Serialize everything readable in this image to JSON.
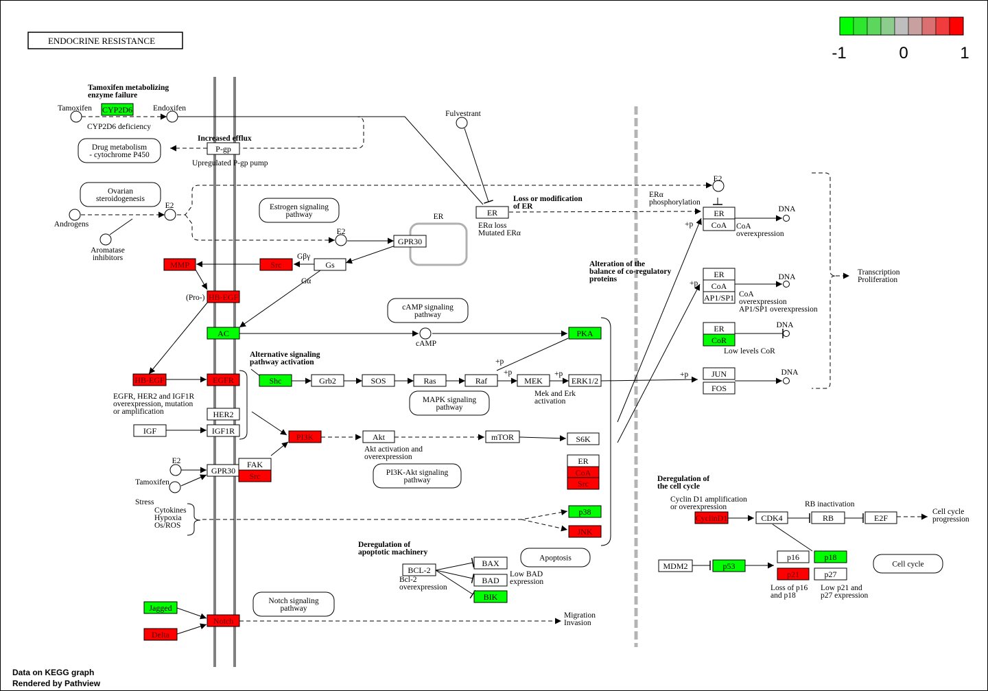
{
  "title": "ENDOCRINE  RESISTANCE",
  "credits": [
    "Data on KEGG graph",
    "Rendered by Pathview"
  ],
  "color_scale": {
    "colors": [
      "#00ff00",
      "#2ee62e",
      "#5cd65c",
      "#8ccc8c",
      "#bebebe",
      "#c8a0a0",
      "#db7070",
      "#f03c3c",
      "#ff0000"
    ],
    "labels": [
      "-1",
      "0",
      "1"
    ]
  },
  "palette": {
    "up": "#ff0000",
    "down": "#00ff00",
    "none": "#ffffff"
  },
  "nodes": [
    {
      "label": "CYP2D6",
      "fill": "down"
    },
    {
      "label": "P-gp",
      "fill": "none"
    },
    {
      "label": "MMP",
      "fill": "up"
    },
    {
      "label": "Src",
      "fill": "up"
    },
    {
      "label": "Gs",
      "fill": "none"
    },
    {
      "label": "GPR30",
      "fill": "none"
    },
    {
      "label": "HB-EGF",
      "fill": "up"
    },
    {
      "label": "AC",
      "fill": "down"
    },
    {
      "label": "PKA",
      "fill": "down"
    },
    {
      "label": "HB-EGF",
      "fill": "up"
    },
    {
      "label": "EGFR",
      "fill": "up"
    },
    {
      "label": "Shc",
      "fill": "down"
    },
    {
      "label": "Grb2",
      "fill": "none"
    },
    {
      "label": "SOS",
      "fill": "none"
    },
    {
      "label": "Ras",
      "fill": "none"
    },
    {
      "label": "Raf",
      "fill": "none"
    },
    {
      "label": "MEK",
      "fill": "none"
    },
    {
      "label": "ERK1/2",
      "fill": "none"
    },
    {
      "label": "HER2",
      "fill": "none"
    },
    {
      "label": "IGF1R",
      "fill": "none"
    },
    {
      "label": "IGF",
      "fill": "none"
    },
    {
      "label": "PI3K",
      "fill": "up"
    },
    {
      "label": "Akt",
      "fill": "none"
    },
    {
      "label": "mTOR",
      "fill": "none"
    },
    {
      "label": "S6K",
      "fill": "none"
    },
    {
      "label": "ER",
      "fill": "none"
    },
    {
      "label": "CoA",
      "fill": "up"
    },
    {
      "label": "Src",
      "fill": "up"
    },
    {
      "label": "GPR30",
      "fill": "none"
    },
    {
      "label": "FAK",
      "fill": "none"
    },
    {
      "label": "Src",
      "fill": "up"
    },
    {
      "label": "p38",
      "fill": "down"
    },
    {
      "label": "JNK",
      "fill": "up"
    },
    {
      "label": "BCL-2",
      "fill": "none"
    },
    {
      "label": "BAX",
      "fill": "none"
    },
    {
      "label": "BAD",
      "fill": "none"
    },
    {
      "label": "BIK",
      "fill": "down"
    },
    {
      "label": "Jagged",
      "fill": "down"
    },
    {
      "label": "Delta",
      "fill": "up"
    },
    {
      "label": "Notch",
      "fill": "up"
    },
    {
      "label": "ER",
      "fill": "none"
    },
    {
      "label": "ER",
      "fill": "none"
    },
    {
      "label": "CoA",
      "fill": "none"
    },
    {
      "label": "ER",
      "fill": "none"
    },
    {
      "label": "CoA",
      "fill": "none"
    },
    {
      "label": "AP1/SP1",
      "fill": "none"
    },
    {
      "label": "ER",
      "fill": "none"
    },
    {
      "label": "CoR",
      "fill": "down"
    },
    {
      "label": "JUN",
      "fill": "none"
    },
    {
      "label": "FOS",
      "fill": "none"
    },
    {
      "label": "CyclinD1",
      "fill": "up"
    },
    {
      "label": "CDK4",
      "fill": "none"
    },
    {
      "label": "RB",
      "fill": "none"
    },
    {
      "label": "E2F",
      "fill": "none"
    },
    {
      "label": "MDM2",
      "fill": "none"
    },
    {
      "label": "p53",
      "fill": "down"
    },
    {
      "label": "p16",
      "fill": "none"
    },
    {
      "label": "p18",
      "fill": "down"
    },
    {
      "label": "p21",
      "fill": "up"
    },
    {
      "label": "p27",
      "fill": "none"
    }
  ],
  "compounds": [
    {
      "label": "Tamoxifen"
    },
    {
      "label": "Endoxifen"
    },
    {
      "label": "Fulvestrant"
    },
    {
      "label": "E2"
    },
    {
      "label": "Androgens"
    },
    {
      "label": "Aromatase\ninhibitors"
    },
    {
      "label": "E2"
    },
    {
      "label": "cAMP"
    },
    {
      "label": "E2"
    },
    {
      "label": "Tamoxifen"
    },
    {
      "label": "E2"
    },
    {
      "label": "DNA"
    },
    {
      "label": "DNA"
    },
    {
      "label": "DNA"
    },
    {
      "label": "DNA"
    }
  ],
  "maps": [
    {
      "label": "Drug metabolism\n- cytochrome P450"
    },
    {
      "label": "Ovarian\nsteroidogenesis"
    },
    {
      "label": "Estrogen signaling\npathway"
    },
    {
      "label": "cAMP signaling\npathway"
    },
    {
      "label": "MAPK signaling\npathway"
    },
    {
      "label": "PI3K-Akt signaling\npathway"
    },
    {
      "label": "Apoptosis"
    },
    {
      "label": "Notch signaling\npathway"
    },
    {
      "label": "Cell cycle"
    }
  ],
  "labels": [
    {
      "text": "Tamoxifen metabolizing\nenzyme failure",
      "bold": true
    },
    {
      "text": "CYP2D6 deficiency"
    },
    {
      "text": "Increased efflux",
      "bold": true
    },
    {
      "text": "Upregulated P-gp pump"
    },
    {
      "text": "Loss or modification\nof ER",
      "bold": true
    },
    {
      "text": "ERα loss\nMutated ERα"
    },
    {
      "text": "ER"
    },
    {
      "text": "Gβγ"
    },
    {
      "text": "Gα"
    },
    {
      "text": "(Pro-)"
    },
    {
      "text": "EGFR, HER2 and IGF1R\noverexpression, mutation\nor amplification"
    },
    {
      "text": "Alternative signaling\npathway activation",
      "bold": true
    },
    {
      "text": "+p"
    },
    {
      "text": "+p"
    },
    {
      "text": "+p"
    },
    {
      "text": "Mek and Erk\nactivation"
    },
    {
      "text": "Akt activation and\noverexpression"
    },
    {
      "text": "Stress"
    },
    {
      "text": "Cytokines\nHypoxia\nOs/ROS"
    },
    {
      "text": "Deregulation of\napoptotic machinery",
      "bold": true
    },
    {
      "text": "Bcl-2\noverexpression"
    },
    {
      "text": "Low BAD\nexpression"
    },
    {
      "text": "Migration\nInvasion"
    },
    {
      "text": "Alteration of the\nbalance of co-regulatory\nproteins",
      "bold": true
    },
    {
      "text": "ERα\nphosphorylation"
    },
    {
      "text": "+p"
    },
    {
      "text": "CoA\noverexpression"
    },
    {
      "text": "+p"
    },
    {
      "text": "CoA\noverexpression\nAP1/SP1 overexpression"
    },
    {
      "text": "Low levels CoR"
    },
    {
      "text": "+p"
    },
    {
      "text": "Transcription\nProliferation"
    },
    {
      "text": "Deregulation of\nthe cell cycle",
      "bold": true
    },
    {
      "text": "Cyclin D1 amplification\nor overexpression"
    },
    {
      "text": "RB inactivation"
    },
    {
      "text": "Cell cycle\nprogression"
    },
    {
      "text": "Loss of p16\nand p18"
    },
    {
      "text": "Low p21 and\np27 expression"
    }
  ]
}
